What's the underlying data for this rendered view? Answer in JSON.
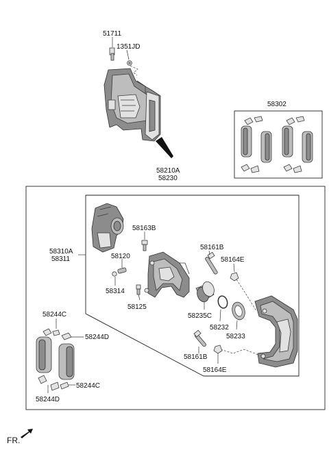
{
  "labels": {
    "bolt_top": "51711",
    "washer_top": "1351JD",
    "pad_kit": "58302",
    "caliper_assy_1": "58210A",
    "caliper_assy_2": "58230",
    "caliper_body_1": "58310A",
    "caliper_body_2": "58311",
    "bleeder": "58163B",
    "bleeder_cap": "58120",
    "cap_small": "58314",
    "screw": "58125",
    "guide_pin_top": "58161B",
    "guide_boot_top": "58164E",
    "piston": "58235C",
    "piston_seal": "58232",
    "dust_boot": "58233",
    "guide_pin_bottom": "58161B",
    "guide_boot_bottom": "58164E",
    "clip_a_top": "58244C",
    "clip_d_top": "58244D",
    "clip_c_bottom": "58244C",
    "clip_d_bottom": "58244D"
  },
  "direction": "FR."
}
